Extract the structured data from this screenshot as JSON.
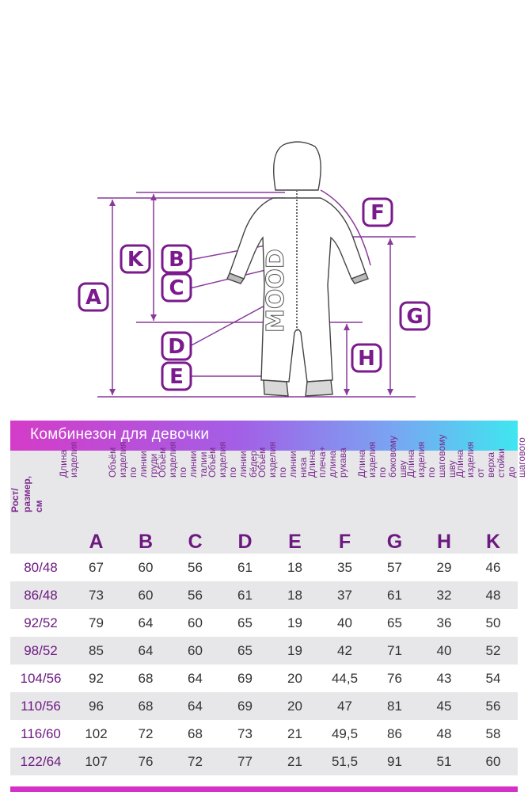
{
  "diagram": {
    "labels": [
      "F",
      "K",
      "B",
      "C",
      "A",
      "G",
      "D",
      "H",
      "E"
    ],
    "accent_color": "#7a1a8c",
    "garment_logo": "MOOD"
  },
  "header": {
    "title": "Комбинезон для девочки"
  },
  "table": {
    "first_column_header": "Рост/ размер, см",
    "columns": [
      {
        "letter": "A",
        "label": "Длина изделия"
      },
      {
        "letter": "B",
        "label": "Объём изделия по линии груди"
      },
      {
        "letter": "C",
        "label": "Объём изделия по линии талии"
      },
      {
        "letter": "D",
        "label": "Объём изделия по линии бёдер"
      },
      {
        "letter": "E",
        "label": "Объём изделия по линии низа"
      },
      {
        "letter": "F",
        "label": "Длина плеча+ длина рукава"
      },
      {
        "letter": "G",
        "label": "Длина изделия по боковому шву"
      },
      {
        "letter": "H",
        "label": "Длина изделия по шаговому шву"
      },
      {
        "letter": "K",
        "label": "Длина изделия от верха стойки до шагового шва"
      }
    ],
    "rows": [
      {
        "size": "80/48",
        "values": [
          "67",
          "60",
          "56",
          "61",
          "18",
          "35",
          "57",
          "29",
          "46"
        ]
      },
      {
        "size": "86/48",
        "values": [
          "73",
          "60",
          "56",
          "61",
          "18",
          "37",
          "61",
          "32",
          "48"
        ]
      },
      {
        "size": "92/52",
        "values": [
          "79",
          "64",
          "60",
          "65",
          "19",
          "40",
          "65",
          "36",
          "50"
        ]
      },
      {
        "size": "98/52",
        "values": [
          "85",
          "64",
          "60",
          "65",
          "19",
          "42",
          "71",
          "40",
          "52"
        ]
      },
      {
        "size": "104/56",
        "values": [
          "92",
          "68",
          "64",
          "69",
          "20",
          "44,5",
          "76",
          "43",
          "54"
        ]
      },
      {
        "size": "110/56",
        "values": [
          "96",
          "68",
          "64",
          "69",
          "20",
          "47",
          "81",
          "45",
          "56"
        ]
      },
      {
        "size": "116/60",
        "values": [
          "102",
          "72",
          "68",
          "73",
          "21",
          "49,5",
          "86",
          "48",
          "58"
        ]
      },
      {
        "size": "122/64",
        "values": [
          "107",
          "76",
          "72",
          "77",
          "21",
          "51,5",
          "91",
          "51",
          "60"
        ]
      }
    ]
  },
  "colors": {
    "gradient_start": "#d43cc8",
    "gradient_end": "#3fe6f0",
    "row_alt": "#e7e7ea",
    "accent": "#6d1a80"
  }
}
